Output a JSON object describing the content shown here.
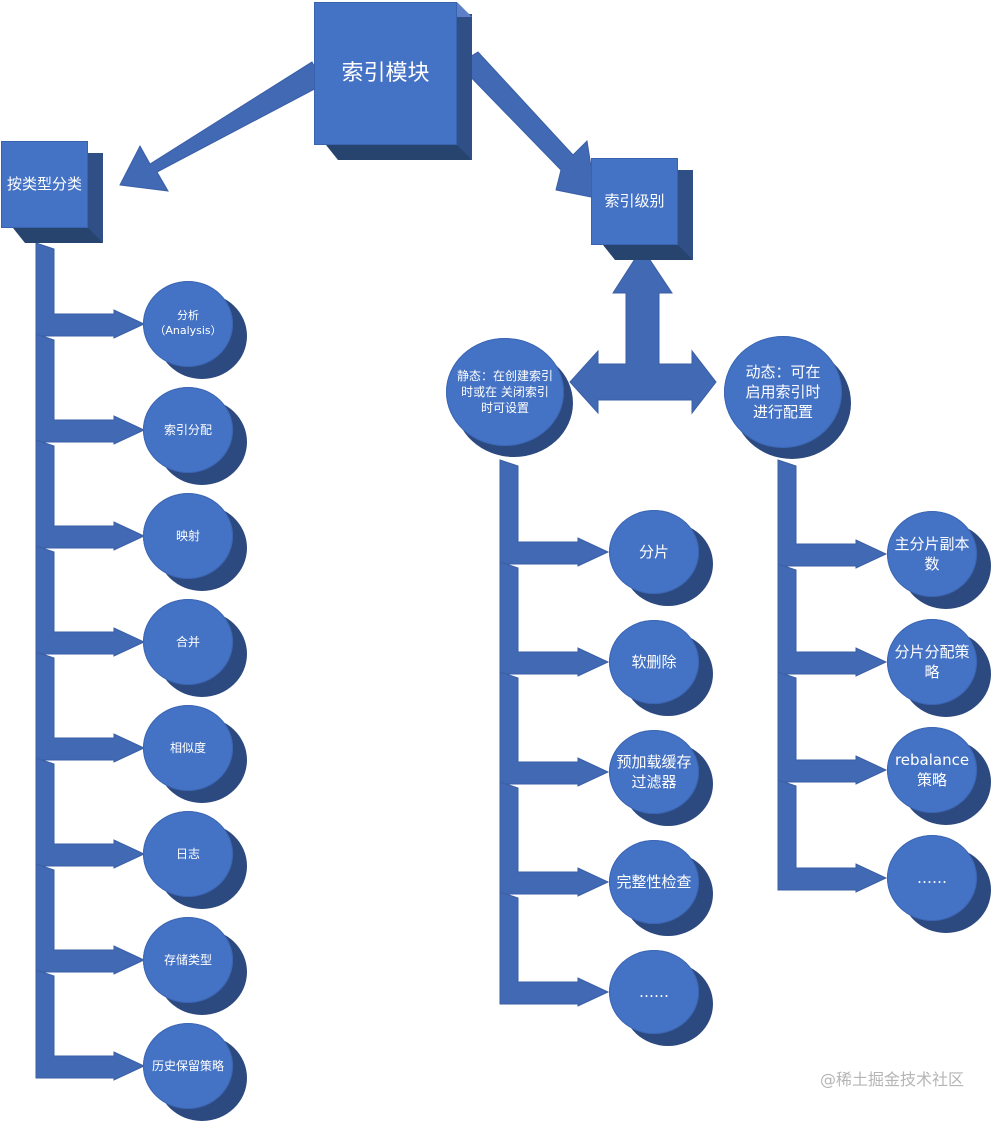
{
  "title": "索引模块",
  "category": "按类型分类",
  "level": "索引级别",
  "static_label": "静态：在创建索引时或在 关闭索引时可设置",
  "dynamic_label": "动态：可在启用索引时进行配置",
  "category_items": [
    "分析（Analysis）",
    "索引分配",
    "映射",
    "合并",
    "相似度",
    "日志",
    "存储类型",
    "历史保留策略"
  ],
  "static_items": [
    "分片",
    "软删除",
    "预加载缓存过滤器",
    "完整性检查",
    "……"
  ],
  "dynamic_items": [
    "主分片副本数",
    "分片分配策略",
    "rebalance策略",
    "……"
  ],
  "watermark": "@稀土掘金技术社区",
  "colors": {
    "fill": "#4472c4",
    "dark": "#2f4f86",
    "shadow": "#2c4a80",
    "arrow": "#4169b4"
  }
}
